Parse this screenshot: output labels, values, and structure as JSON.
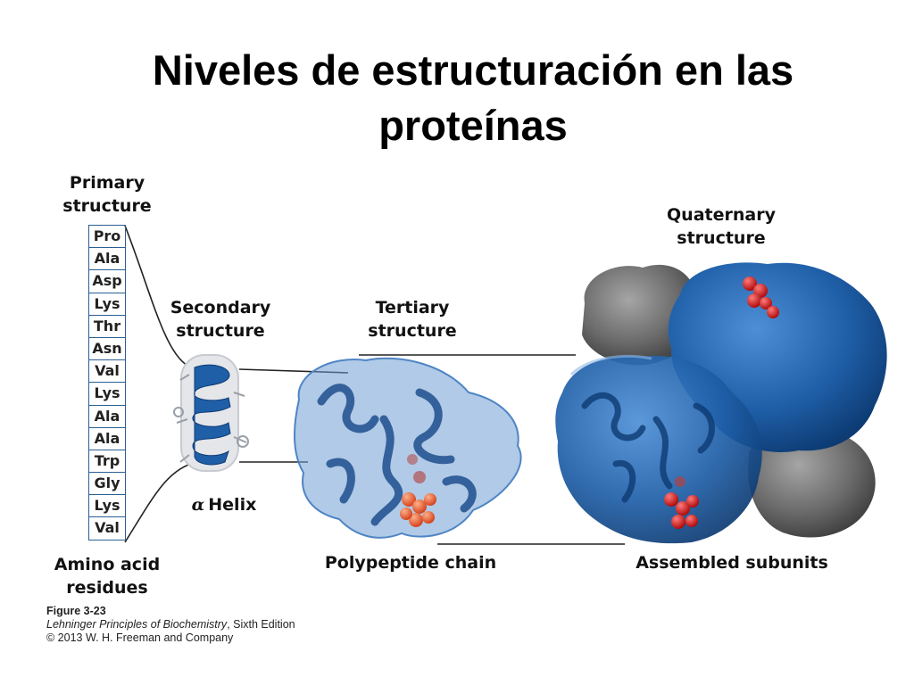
{
  "title": "Niveles de estructuración en las proteínas",
  "labels": {
    "primary": "Primary structure",
    "secondary": "Secondary structure",
    "tertiary": "Tertiary structure",
    "quaternary": "Quaternary structure",
    "amino_acid_residues": "Amino acid residues",
    "alpha_symbol": "α",
    "helix": "Helix",
    "polypeptide_chain": "Polypeptide chain",
    "assembled_subunits": "Assembled subunits"
  },
  "residues": [
    "Pro",
    "Ala",
    "Asp",
    "Lys",
    "Thr",
    "Asn",
    "Val",
    "Lys",
    "Ala",
    "Ala",
    "Trp",
    "Gly",
    "Lys",
    "Val"
  ],
  "caption": {
    "figure": "Figure 3-23",
    "book": "Lehninger Principles of Biochemistry",
    "edition": ", Sixth Edition",
    "copyright": "© 2013 W. H. Freeman and Company"
  },
  "colors": {
    "protein_blue": "#1f5fa8",
    "subunit_gray": "#6b6b6b",
    "heme_red": "#d81e1e",
    "connector": "#222222"
  }
}
